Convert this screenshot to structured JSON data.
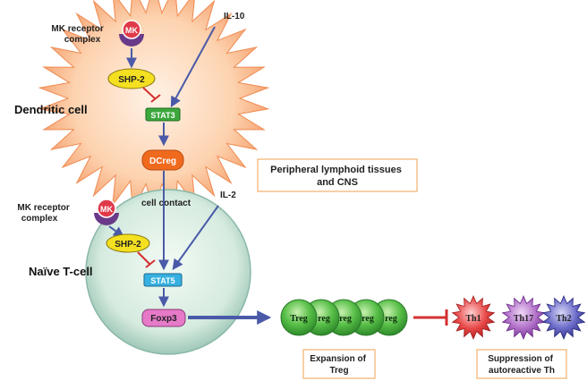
{
  "dendritic": {
    "label": "Dendritic cell",
    "mk_receptor_label_1": "MK receptor",
    "mk_receptor_label_2": "complex",
    "mk": "MK",
    "shp2": "SHP-2",
    "stat3": "STAT3",
    "dcreg": "DCreg",
    "il10": "IL-10"
  },
  "tcell": {
    "label": "Naïve T-cell",
    "mk_receptor_label_1": "MK receptor",
    "mk_receptor_label_2": "complex",
    "mk": "MK",
    "shp2": "SHP-2",
    "stat5": "STAT5",
    "foxp3": "Foxp3",
    "il2": "IL-2",
    "cell_contact": "cell contact"
  },
  "location_box": {
    "line1": "Peripheral lymphoid tissues",
    "line2": "and CNS"
  },
  "treg": {
    "cells": [
      "Treg",
      "reg",
      "reg",
      "reg",
      "reg"
    ],
    "caption_line1": "Expansion of",
    "caption_line2": "Treg"
  },
  "th": {
    "cells": [
      "Th1",
      "Th17",
      "Th2"
    ],
    "caption_line1": "Suppression of",
    "caption_line2": "autoreactive Th"
  },
  "colors": {
    "arrow": "#4a5aa8",
    "inhibit": "#d43030",
    "dc_fill": "#fcc9a0",
    "tcell_fill": "#d8ece0",
    "treg_green": "#4cb84a",
    "th1": "#e83a3a",
    "th17": "#a860c0",
    "th2": "#5a5ab8"
  }
}
